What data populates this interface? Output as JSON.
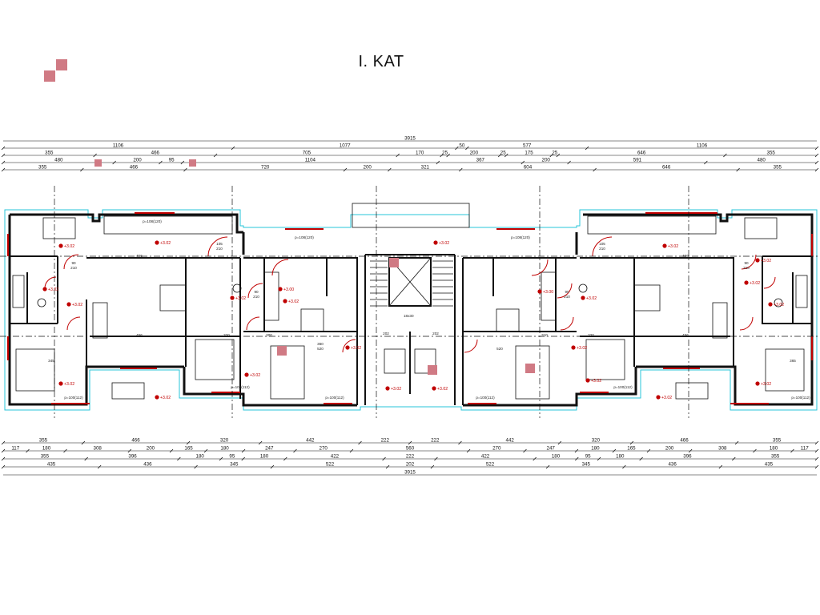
{
  "title": "I. KAT",
  "colors": {
    "wall": "#111111",
    "outline": "#27c4d8",
    "level": "#c00000",
    "accent": "#d07a84"
  },
  "dimensions": {
    "top_rows": [
      [
        "1106",
        "1077",
        "50",
        "577",
        "1106"
      ],
      [
        "355",
        "466",
        "705",
        "170",
        "25",
        "200",
        "25",
        "175",
        "25",
        "646",
        "355"
      ],
      [
        "480",
        "200",
        "95",
        "1104",
        "367",
        "200",
        "591",
        "480"
      ],
      [
        "355",
        "466",
        "720",
        "200",
        "321",
        "604",
        "646",
        "355"
      ]
    ],
    "top_total": "3915",
    "bottom_rows": [
      [
        "355",
        "466",
        "320",
        "442",
        "222",
        "222",
        "442",
        "320",
        "466",
        "355"
      ],
      [
        "117",
        "180",
        "308",
        "200",
        "165",
        "180",
        "247",
        "270",
        "560",
        "270",
        "247",
        "180",
        "165",
        "200",
        "308",
        "180",
        "117"
      ],
      [
        "355",
        "396",
        "180",
        "95",
        "180",
        "422",
        "222",
        "422",
        "180",
        "95",
        "180",
        "396",
        "355"
      ],
      [
        "435",
        "436",
        "345",
        "522",
        "202",
        "522",
        "345",
        "436",
        "435"
      ]
    ],
    "bottom_total": "3915"
  },
  "interior_labels": {
    "room_dims": [
      "456",
      "456",
      "320",
      "320",
      "456",
      "456",
      "202",
      "202",
      "300",
      "345",
      "365",
      "360",
      "520",
      "520",
      "310"
    ],
    "window_sizes": [
      "p=100(112)",
      "p=100(112)",
      "p=100(112)",
      "p=100(112)",
      "p=100(112)",
      "p=100(112)",
      "p=108(120)",
      "p=108(120)",
      "p=108(120)"
    ],
    "door_sizes": [
      "105",
      "210",
      "90",
      "210",
      "90",
      "210",
      "105",
      "210",
      "90",
      "210",
      "90",
      "210"
    ],
    "stair": "18x30",
    "levels": [
      "+3.02",
      "+3.02",
      "+3.02",
      "+3.02",
      "+3.02",
      "+3.02",
      "+3.02",
      "+3.02",
      "+3.02",
      "+3.02",
      "+3.02",
      "+3.02",
      "+3.02",
      "+3.02",
      "+3.02",
      "+3.02",
      "+3.02",
      "+3.02",
      "+3.02",
      "+3.02",
      "+3.02",
      "+3.02",
      "+3.00",
      "+3.00"
    ]
  }
}
